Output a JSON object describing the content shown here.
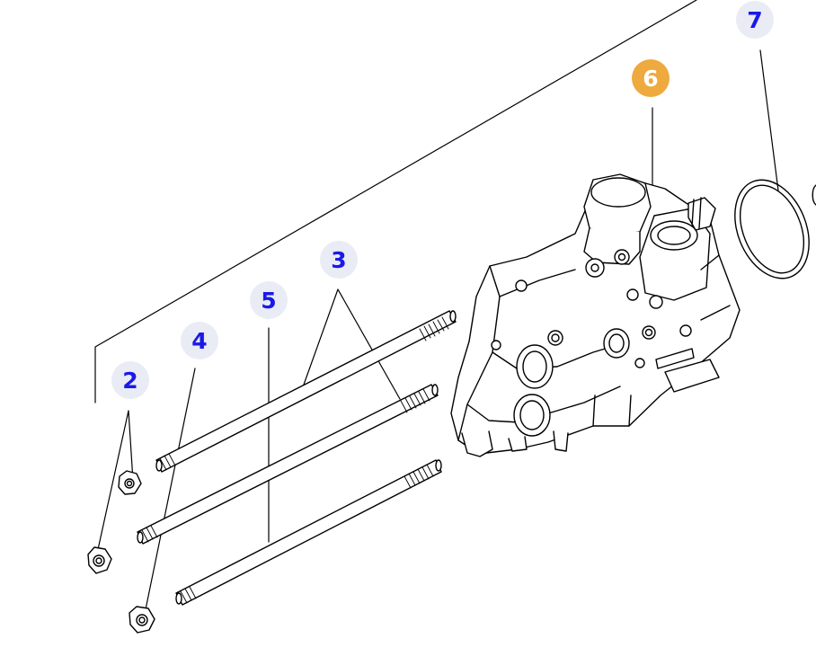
{
  "callouts": [
    {
      "id": "2",
      "label": "2",
      "active": false
    },
    {
      "id": "3",
      "label": "3",
      "active": false
    },
    {
      "id": "4",
      "label": "4",
      "active": false
    },
    {
      "id": "5",
      "label": "5",
      "active": false
    },
    {
      "id": "6",
      "label": "6",
      "active": true
    },
    {
      "id": "7",
      "label": "7",
      "active": false
    }
  ],
  "colors": {
    "callout_bg": "#e9ecf5",
    "callout_text": "#1a1ae6",
    "active_bg": "#eeaa3e",
    "active_text": "#ffffff",
    "line": "#000000"
  }
}
